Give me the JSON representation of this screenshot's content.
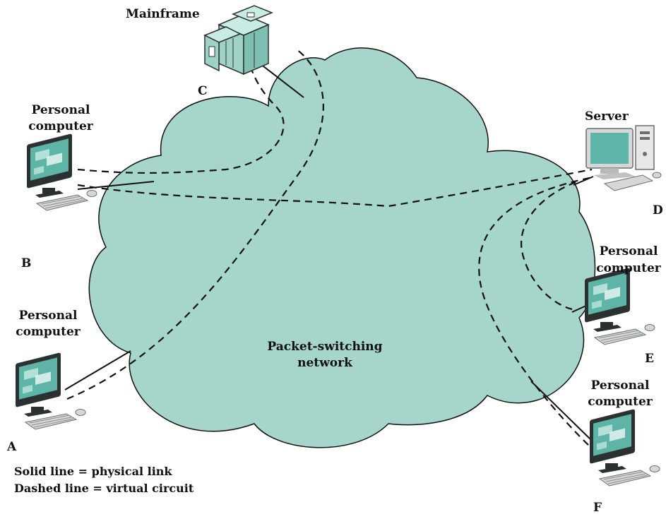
{
  "network": {
    "label_line1": "Packet-switching",
    "label_line2": "network",
    "fill_color": "#a6d5cc"
  },
  "nodes": {
    "mainframe": {
      "title": "Mainframe",
      "letter": "C",
      "icon": "mainframe-icon"
    },
    "pc_b": {
      "title_line1": "Personal",
      "title_line2": "computer",
      "letter": "B",
      "icon": "personal-computer-icon"
    },
    "server": {
      "title": "Server",
      "letter": "D",
      "icon": "server-icon"
    },
    "pc_e": {
      "title_line1": "Personal",
      "title_line2": "computer",
      "letter": "E",
      "icon": "personal-computer-icon"
    },
    "pc_a": {
      "title_line1": "Personal",
      "title_line2": "computer",
      "letter": "A",
      "icon": "personal-computer-icon"
    },
    "pc_f": {
      "title_line1": "Personal",
      "title_line2": "computer",
      "letter": "F",
      "icon": "personal-computer-icon"
    }
  },
  "legend": {
    "solid": "Solid line = physical link",
    "dashed": "Dashed line = virtual circuit"
  },
  "colors": {
    "screen": "#5fb4a8",
    "monitor_body": "#2b3030",
    "mainframe": "#9fd2c6",
    "line": "#111111"
  }
}
